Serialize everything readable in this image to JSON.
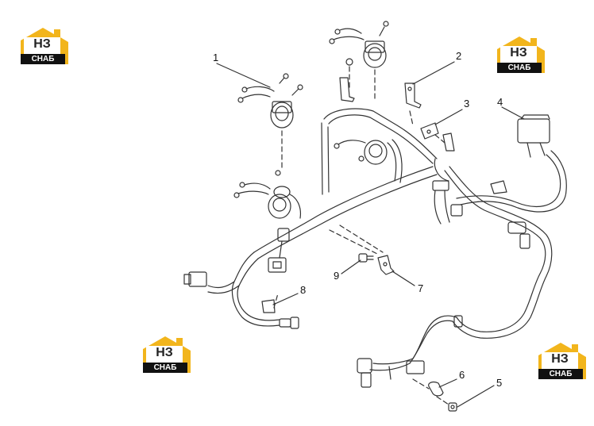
{
  "logo": {
    "brand_text": "НЗ",
    "sub_text": "СНАБ",
    "colors": {
      "roof": "#F2B51C",
      "text": "#222222",
      "band": "#111111"
    }
  },
  "callouts": [
    "1",
    "2",
    "3",
    "4",
    "5",
    "6",
    "7",
    "8",
    "9"
  ],
  "diagram_colors": {
    "line": "#333333",
    "background": "#FFFFFF"
  }
}
